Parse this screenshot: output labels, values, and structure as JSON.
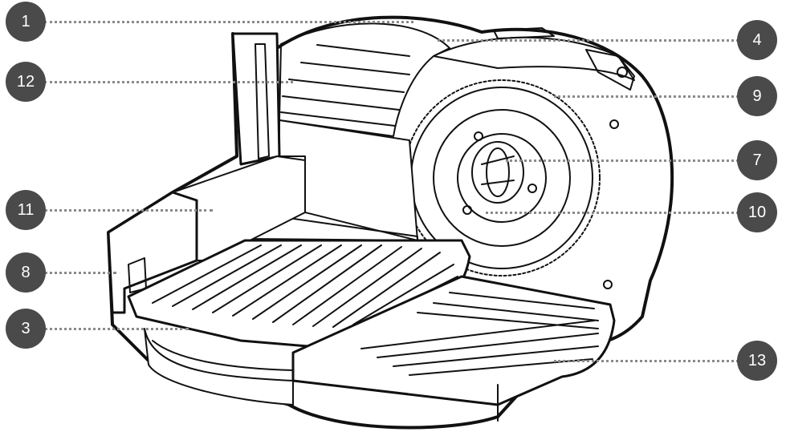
{
  "diagram": {
    "title": "",
    "callouts": [
      {
        "id": "c1",
        "label": "1"
      },
      {
        "id": "c12",
        "label": "12"
      },
      {
        "id": "c11",
        "label": "11"
      },
      {
        "id": "c8",
        "label": "8"
      },
      {
        "id": "c3",
        "label": "3"
      },
      {
        "id": "c4",
        "label": "4"
      },
      {
        "id": "c9",
        "label": "9"
      },
      {
        "id": "c7",
        "label": "7"
      },
      {
        "id": "c10",
        "label": "10"
      },
      {
        "id": "c13",
        "label": "13"
      }
    ]
  },
  "colors": {
    "badge_fill": "#4a4a4a",
    "badge_text": "#ffffff",
    "leader": "#8a8a8a",
    "outline": "#111111",
    "body_fill": "#ffffff"
  }
}
